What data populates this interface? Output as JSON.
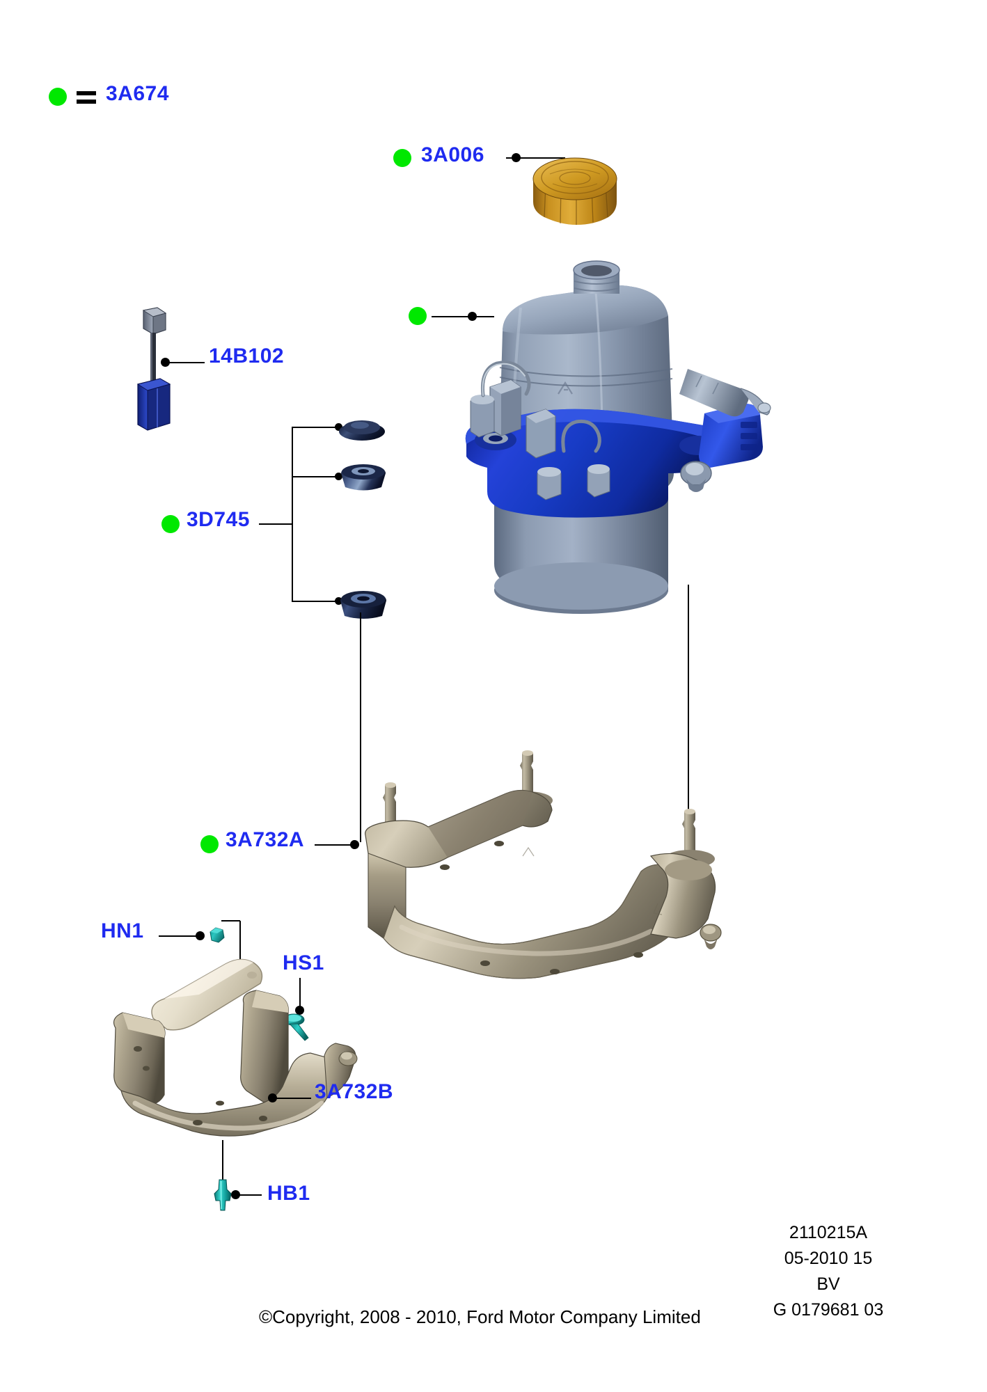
{
  "legend": {
    "symbol_label": "3A674",
    "equals": "="
  },
  "callouts": [
    {
      "id": "cap",
      "label": "3A006",
      "has_green_dot": true
    },
    {
      "id": "reservoir",
      "label": "",
      "has_green_dot": true
    },
    {
      "id": "sensor",
      "label": "14B102",
      "has_green_dot": false
    },
    {
      "id": "bushings",
      "label": "3D745",
      "has_green_dot": true
    },
    {
      "id": "bracket_a",
      "label": "3A732A",
      "has_green_dot": true
    },
    {
      "id": "nut",
      "label": "HN1",
      "has_green_dot": false
    },
    {
      "id": "screw",
      "label": "HS1",
      "has_green_dot": false
    },
    {
      "id": "bracket_b",
      "label": "3A732B",
      "has_green_dot": false
    },
    {
      "id": "bolt",
      "label": "HB1",
      "has_green_dot": false
    }
  ],
  "footer": {
    "drawing_number": "2110215A",
    "date_revision": "05-2010 15",
    "code": "BV",
    "reference": "G 0179681 03",
    "copyright": "©Copyright, 2008 - 2010, Ford Motor Company Limited"
  },
  "colors": {
    "label_blue": "#1f2bf0",
    "key_green": "#00e800",
    "cap_gold": "#c8891a",
    "bracket_blue": "#1535c8",
    "reservoir_grey": "#8e9cb0",
    "metal_tan": "#8e8574",
    "fastener_teal": "#17a9a5",
    "sensor_blue": "#1c2f9e"
  }
}
